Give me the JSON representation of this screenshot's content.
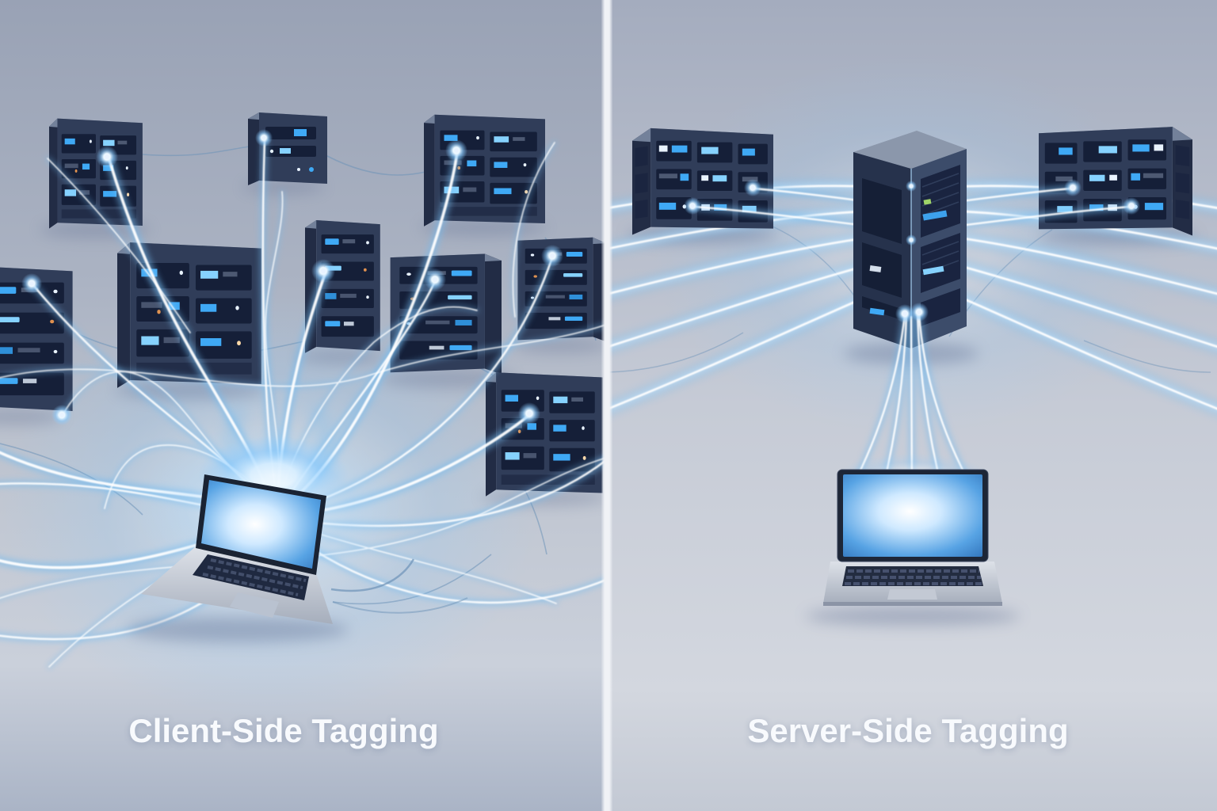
{
  "panels": {
    "left": {
      "label": "Client-Side Tagging",
      "objects": [
        "laptop",
        "server-towers",
        "tangled-glowing-data-streams"
      ],
      "visible_server_count": 9
    },
    "right": {
      "label": "Server-Side Tagging",
      "objects": [
        "laptop",
        "central-server-tower",
        "server-racks",
        "organized-data-beams"
      ],
      "visible_server_count": 3
    }
  },
  "colors": {
    "background_top": "#99a2b5",
    "background_mid": "#c0c6d1",
    "background_bottom": "#aab4c6",
    "divider": "#f0f2f6",
    "server_front": "#303d59",
    "server_side": "#222c45",
    "server_top": "#73819a",
    "bay_slot": "#151f38",
    "light_blue": "#3fa9f5",
    "light_cyan": "#86d2ff",
    "light_amber": "#e0914f",
    "beam_glow": "#74bcf0",
    "beam_core": "#ffffff",
    "cable": "#6d93b8",
    "label_text": "#f8fafd"
  }
}
